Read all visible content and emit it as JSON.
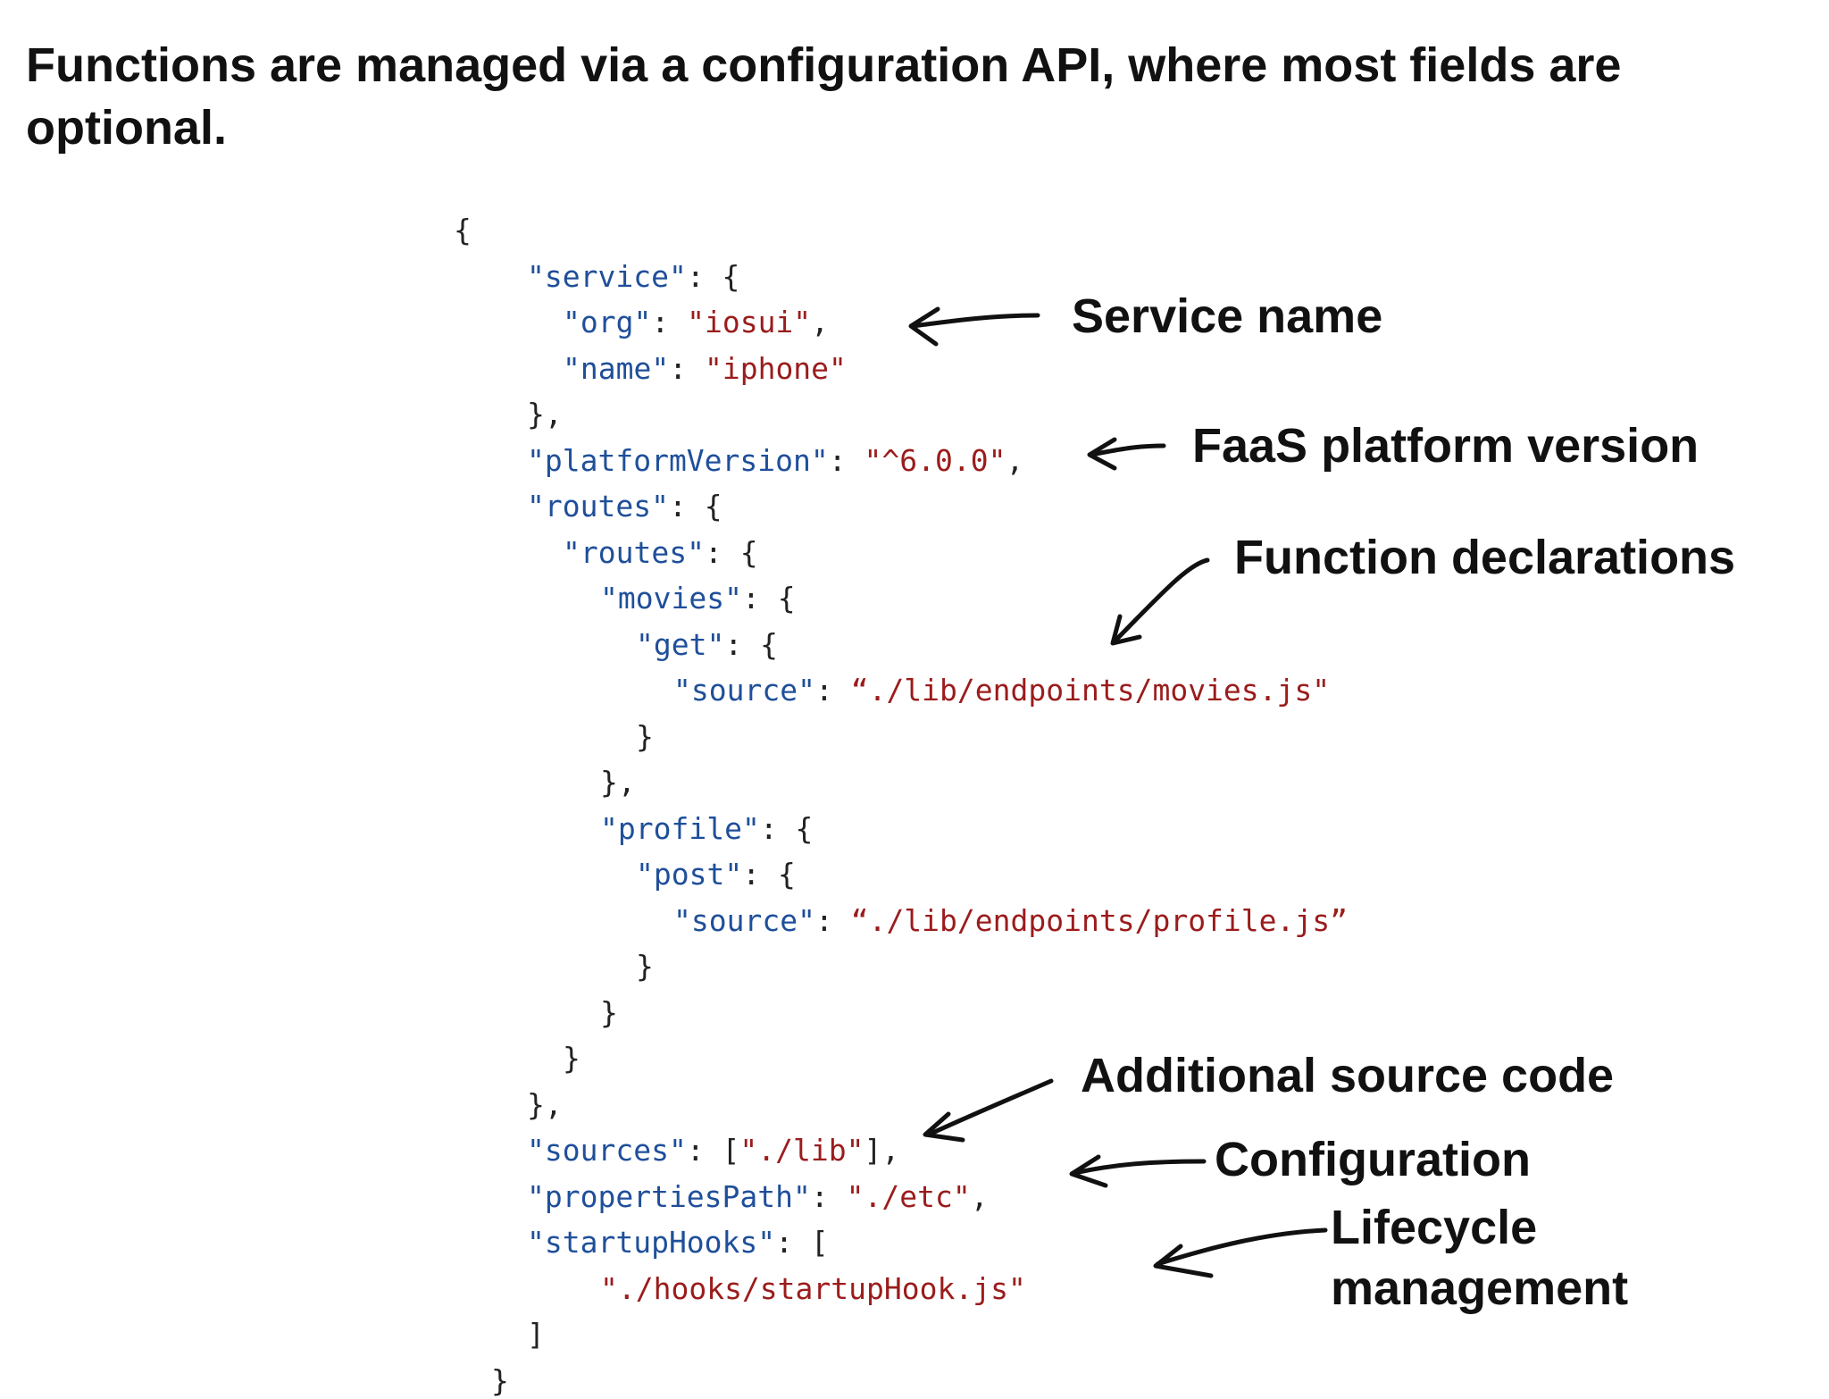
{
  "heading": "Functions are managed via a configuration API, where most fields are optional.",
  "code_lines": [
    [
      {
        "t": "{",
        "c": "punc"
      }
    ],
    [
      {
        "t": "\"service\"",
        "c": "key"
      },
      {
        "t": ": {",
        "c": "punc"
      }
    ],
    [
      {
        "t": "\"org\"",
        "c": "key"
      },
      {
        "t": ": ",
        "c": "punc"
      },
      {
        "t": "\"iosui\"",
        "c": "str"
      },
      {
        "t": ",",
        "c": "punc"
      }
    ],
    [
      {
        "t": "\"name\"",
        "c": "key"
      },
      {
        "t": ": ",
        "c": "punc"
      },
      {
        "t": "\"iphone\"",
        "c": "str"
      }
    ],
    [
      {
        "t": "},",
        "c": "punc"
      }
    ],
    [
      {
        "t": "\"platformVersion\"",
        "c": "key"
      },
      {
        "t": ": ",
        "c": "punc"
      },
      {
        "t": "\"^6.0.0\"",
        "c": "str"
      },
      {
        "t": ",",
        "c": "punc"
      }
    ],
    [
      {
        "t": "\"routes\"",
        "c": "key"
      },
      {
        "t": ": {",
        "c": "punc"
      }
    ],
    [
      {
        "t": "\"routes\"",
        "c": "key"
      },
      {
        "t": ": {",
        "c": "punc"
      }
    ],
    [
      {
        "t": "\"movies\"",
        "c": "key"
      },
      {
        "t": ": {",
        "c": "punc"
      }
    ],
    [
      {
        "t": "\"get\"",
        "c": "key"
      },
      {
        "t": ": {",
        "c": "punc"
      }
    ],
    [
      {
        "t": "\"source\"",
        "c": "key"
      },
      {
        "t": ": ",
        "c": "punc"
      },
      {
        "t": "“./lib/endpoints/movies.js\"",
        "c": "str"
      }
    ],
    [
      {
        "t": "}",
        "c": "punc"
      }
    ],
    [
      {
        "t": "},",
        "c": "punc"
      }
    ],
    [
      {
        "t": "\"profile\"",
        "c": "key"
      },
      {
        "t": ": {",
        "c": "punc"
      }
    ],
    [
      {
        "t": "\"post\"",
        "c": "key"
      },
      {
        "t": ": {",
        "c": "punc"
      }
    ],
    [
      {
        "t": "\"source\"",
        "c": "key"
      },
      {
        "t": ": ",
        "c": "punc"
      },
      {
        "t": "“./lib/endpoints/profile.js”",
        "c": "str"
      }
    ],
    [
      {
        "t": "}",
        "c": "punc"
      }
    ],
    [
      {
        "t": "}",
        "c": "punc"
      }
    ],
    [
      {
        "t": "}",
        "c": "punc"
      }
    ],
    [
      {
        "t": "},",
        "c": "punc"
      }
    ],
    [
      {
        "t": "\"sources\"",
        "c": "key"
      },
      {
        "t": ": [",
        "c": "punc"
      },
      {
        "t": "\"./lib\"",
        "c": "str"
      },
      {
        "t": "],",
        "c": "punc"
      }
    ],
    [
      {
        "t": "\"propertiesPath\"",
        "c": "key"
      },
      {
        "t": ": ",
        "c": "punc"
      },
      {
        "t": "\"./etc\"",
        "c": "str"
      },
      {
        "t": ",",
        "c": "punc"
      }
    ],
    [
      {
        "t": "\"startupHooks\"",
        "c": "key"
      },
      {
        "t": ": [",
        "c": "punc"
      }
    ],
    [
      {
        "t": "\"./hooks/startupHook.js\"",
        "c": "str"
      }
    ],
    [
      {
        "t": "]",
        "c": "punc"
      }
    ],
    [
      {
        "t": "}",
        "c": "punc"
      }
    ]
  ],
  "annotations": {
    "service_name": "Service name",
    "platform_version": "FaaS platform version",
    "function_declarations": "Function declarations",
    "additional_source": "Additional source code",
    "configuration": "Configuration",
    "lifecycle": "Lifecycle management"
  },
  "colors": {
    "key": "#1f4f9a",
    "string": "#9b1c1c",
    "text": "#111111"
  }
}
